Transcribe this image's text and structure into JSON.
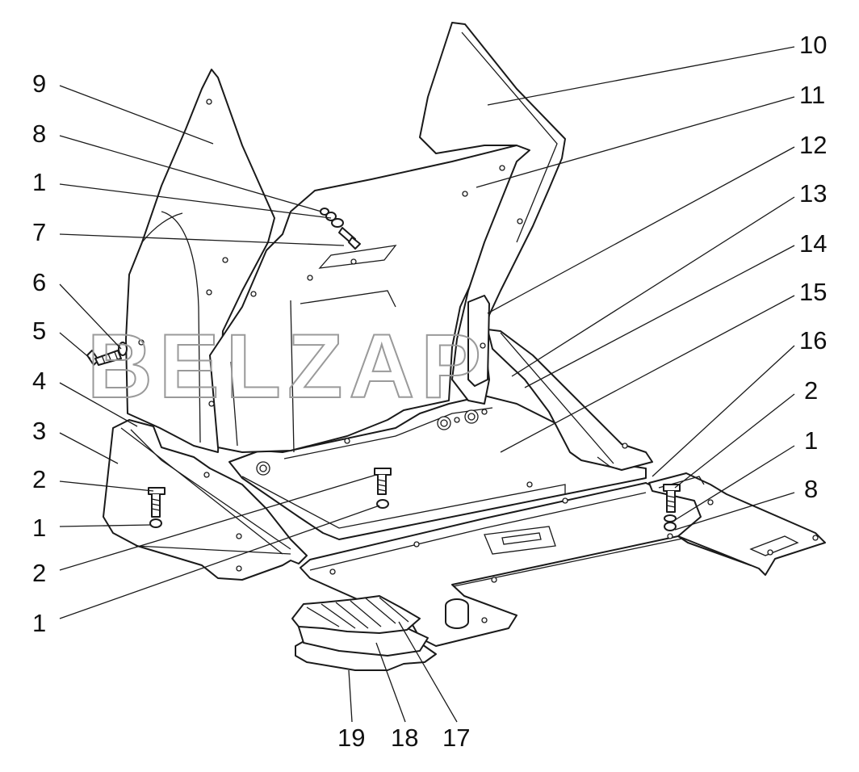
{
  "watermark": "BELZAP",
  "callouts": [
    {
      "id": "c9",
      "label": "9"
    },
    {
      "id": "c8a",
      "label": "8"
    },
    {
      "id": "c1a",
      "label": "1"
    },
    {
      "id": "c7",
      "label": "7"
    },
    {
      "id": "c6",
      "label": "6"
    },
    {
      "id": "c5",
      "label": "5"
    },
    {
      "id": "c4",
      "label": "4"
    },
    {
      "id": "c3",
      "label": "3"
    },
    {
      "id": "c2a",
      "label": "2"
    },
    {
      "id": "c1b",
      "label": "1"
    },
    {
      "id": "c2b",
      "label": "2"
    },
    {
      "id": "c1c",
      "label": "1"
    },
    {
      "id": "c10",
      "label": "10"
    },
    {
      "id": "c11",
      "label": "11"
    },
    {
      "id": "c12",
      "label": "12"
    },
    {
      "id": "c13",
      "label": "13"
    },
    {
      "id": "c14",
      "label": "14"
    },
    {
      "id": "c15",
      "label": "15"
    },
    {
      "id": "c16",
      "label": "16"
    },
    {
      "id": "c2c",
      "label": "2"
    },
    {
      "id": "c1d",
      "label": "1"
    },
    {
      "id": "c8b",
      "label": "8"
    },
    {
      "id": "c19",
      "label": "19"
    },
    {
      "id": "c18",
      "label": "18"
    },
    {
      "id": "c17",
      "label": "17"
    }
  ]
}
